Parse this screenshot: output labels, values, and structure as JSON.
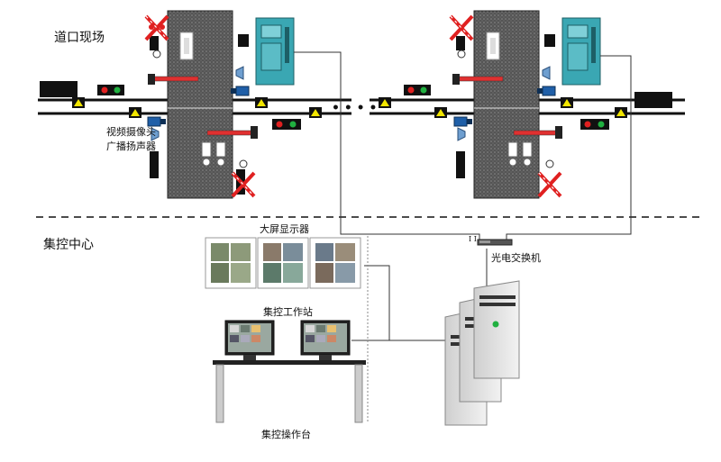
{
  "sections": {
    "field": "道口现场",
    "center": "集控中心"
  },
  "labels": {
    "camera": "视频摄像头",
    "speaker": "广播扬声器",
    "big_screen": "大屏显示器",
    "workstation": "集控工作站",
    "switch": "光电交换机",
    "console": "集控操作台",
    "ellipsis": "• • • •"
  },
  "colors": {
    "crossing_panel": "#5a5a5a",
    "cabinet": "#3aa7b3",
    "signal_red": "#e02020",
    "signal_green": "#20b040",
    "warning_yellow": "#f2e600",
    "camera_blue": "#1f5fa8",
    "server": "#e4e4e4"
  }
}
